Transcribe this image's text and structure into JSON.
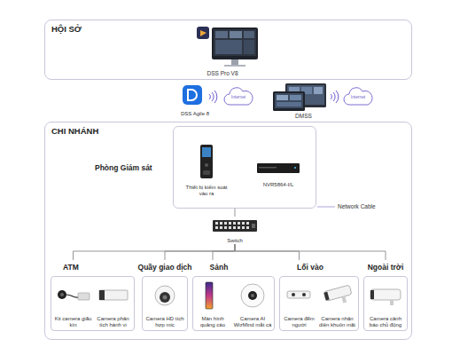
{
  "diagram": {
    "nodes": [
      {
        "text": [
          "HỘI SỞ"
        ]
      },
      {
        "text": [
          "DSS Pro V8"
        ],
        "in": 0
      },
      {
        "text": [
          "DSS Agile 8"
        ]
      },
      {
        "text": [
          "Internet"
        ]
      },
      {
        "text": [
          "DMSS"
        ]
      },
      {
        "text": [
          "Internet"
        ]
      },
      {
        "text": [
          "CHI NHÁNH"
        ]
      },
      {
        "text": [
          "Phòng Giám sát"
        ],
        "in": 6
      },
      {
        "text": [
          "Thiết bị kiểm soát vào ra"
        ],
        "in": 7
      },
      {
        "text": [
          "NVR5864-I/L"
        ],
        "in": 7
      },
      {
        "text": [
          "Switch"
        ],
        "in": 6
      },
      {
        "text": [
          "ATM"
        ],
        "in": 6
      },
      {
        "text": [
          "Kit camera giấu kín"
        ],
        "in": 11
      },
      {
        "text": [
          "Camera phân tích hành vi"
        ],
        "in": 11
      },
      {
        "text": [
          "Quầy giao dịch"
        ],
        "in": 6
      },
      {
        "text": [
          "Camera HD tích hợp mic"
        ],
        "in": 14
      },
      {
        "text": [
          "Sảnh"
        ],
        "in": 6
      },
      {
        "text": [
          "Màn hình quảng cáo"
        ],
        "in": 16
      },
      {
        "text": [
          "Camera AI WizMind mắt cá"
        ],
        "in": 16
      },
      {
        "text": [
          "Lối vào"
        ],
        "in": 6
      },
      {
        "text": [
          "Camera đếm người"
        ],
        "in": 19
      },
      {
        "text": [
          "Camera nhận diện khuôn mặt"
        ],
        "in": 19
      },
      {
        "text": [
          "Ngoài trời"
        ],
        "in": 6
      },
      {
        "text": [
          "Camera cảnh báo chủ động"
        ],
        "in": 22
      }
    ],
    "edges": [
      {
        "from": 7,
        "to": 10,
        "arrow": "none"
      },
      {
        "from": 10,
        "to": 11,
        "arrow": "none"
      },
      {
        "from": 10,
        "to": 14,
        "arrow": "none"
      },
      {
        "from": 10,
        "to": 16,
        "arrow": "none"
      },
      {
        "from": 10,
        "to": 19,
        "arrow": "none"
      },
      {
        "from": 10,
        "to": 22,
        "arrow": "none"
      }
    ],
    "legend": [
      {
        "text": "Network Cable"
      }
    ]
  }
}
